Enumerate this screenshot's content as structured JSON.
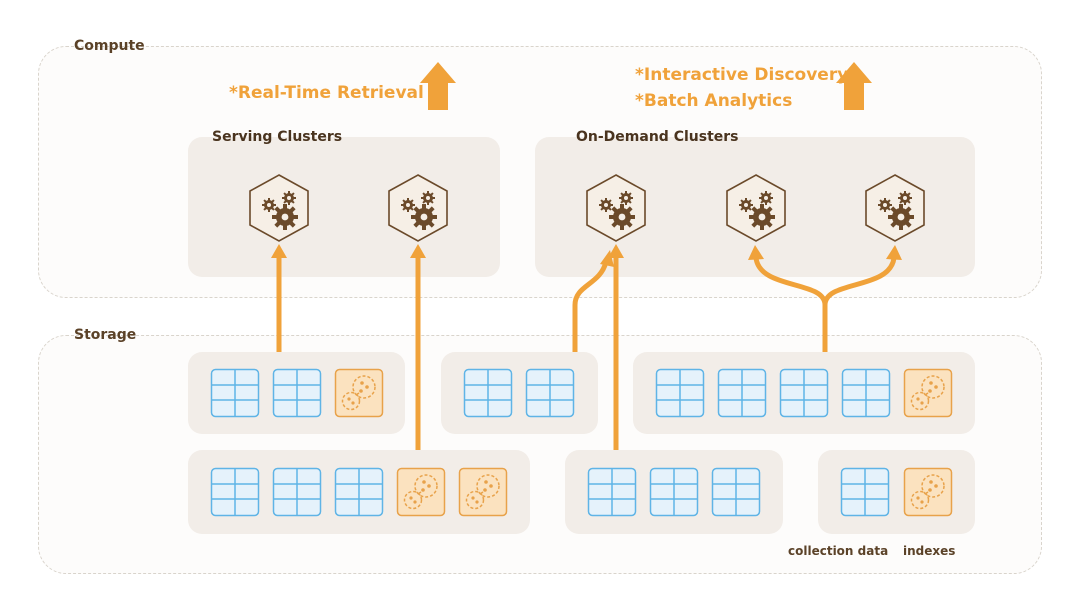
{
  "regions": {
    "compute_label": "Compute",
    "storage_label": "Storage"
  },
  "workloads": {
    "left": [
      "*Real-Time Retrieval"
    ],
    "right": [
      "*Interactive Discovery",
      "*Batch Analytics"
    ]
  },
  "clusters": {
    "serving_title": "Serving Clusters",
    "ondemand_title": "On-Demand Clusters",
    "serving_nodes": 2,
    "ondemand_nodes": 3
  },
  "storage_rows": [
    {
      "tables": 2,
      "indexes": 1
    },
    {
      "tables": 2,
      "indexes": 0
    },
    {
      "tables": 4,
      "indexes": 1
    },
    {
      "tables": 3,
      "indexes": 2
    },
    {
      "tables": 3,
      "indexes": 0
    },
    {
      "tables": 1,
      "indexes": 1
    }
  ],
  "legend": {
    "collection_data": "collection data",
    "indexes": "indexes"
  },
  "colors": {
    "accent": "#f0a23a",
    "table_stroke": "#5fb4e6",
    "table_fill": "#e5f2fb",
    "index_fill": "#fbe2bf",
    "node_fill": "#f6efe6",
    "node_stroke": "#6b4a2a",
    "gear": "#6b4a2a"
  }
}
